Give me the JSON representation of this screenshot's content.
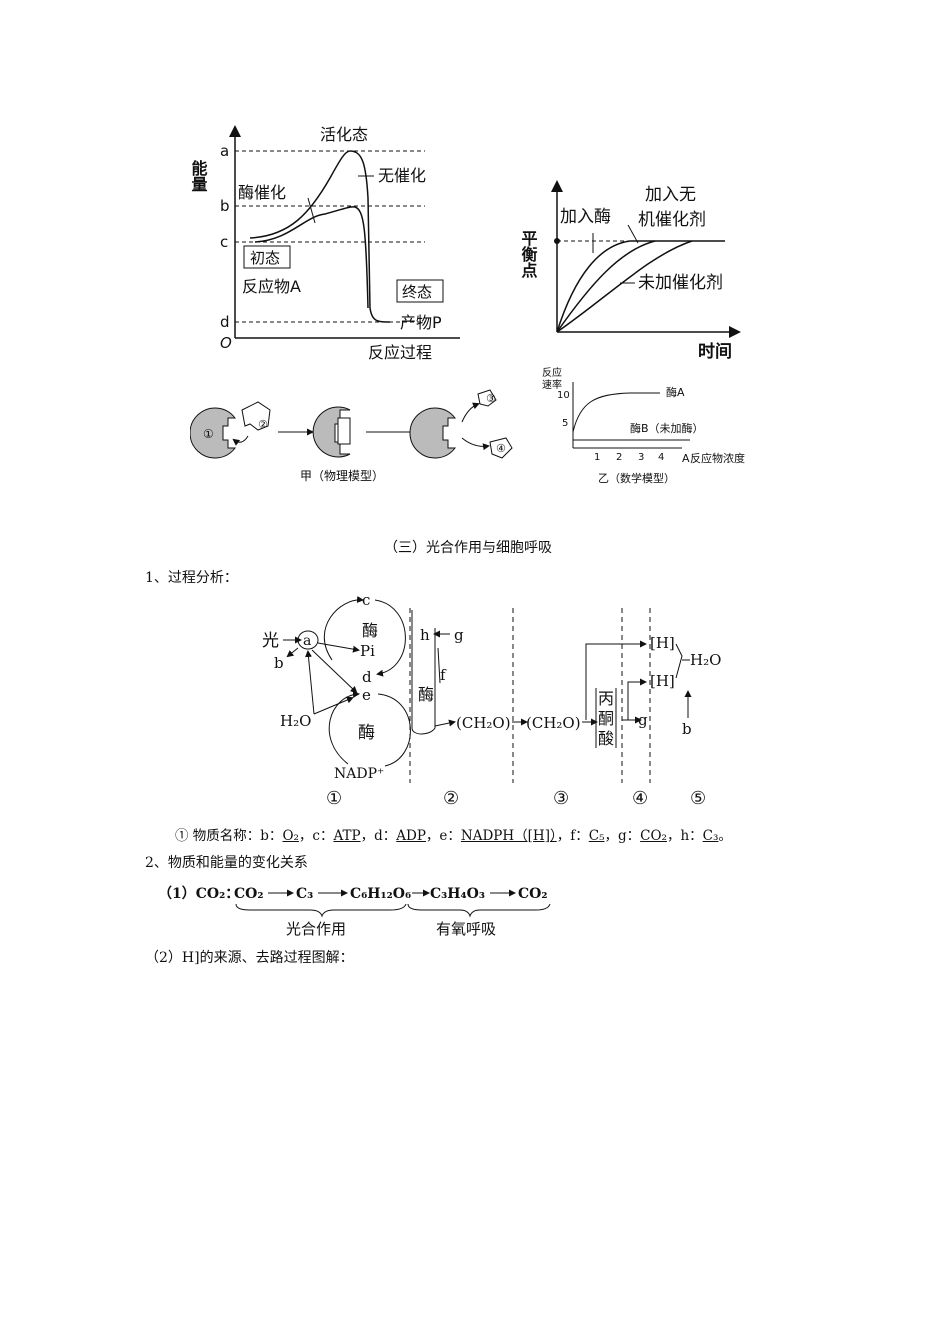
{
  "energy_chart": {
    "y_axis_label": "能量",
    "levels": [
      "a",
      "b",
      "c",
      "d"
    ],
    "origin": "O",
    "x_axis_label": "反应过程",
    "peak_label": "活化态",
    "uncatalyzed_label": "无催化",
    "enzyme_label": "酶催化",
    "initial_state": "初态",
    "reactant": "反应物A",
    "final_state": "终态",
    "product": "产物P"
  },
  "equilibrium_chart": {
    "y_axis_label": "平衡点",
    "x_axis_label": "时间",
    "enzyme_curve": "加入酶",
    "inorganic_curve_line1": "加入无",
    "inorganic_curve_line2": "机催化剂",
    "no_catalyst_curve": "未加催化剂"
  },
  "physical_model": {
    "caption": "甲（物理模型）",
    "marks": [
      "①",
      "②",
      "③",
      "④"
    ]
  },
  "math_model": {
    "y_axis_label": "反应速率",
    "x_axis_label": "反应物浓度",
    "x_axis_letter": "A",
    "caption": "乙（数学模型）",
    "curve_a": "酶A",
    "curve_b": "酶B（未加酶）",
    "y_ticks": [
      "10",
      "5"
    ],
    "x_ticks": [
      "1",
      "2",
      "3",
      "4"
    ]
  },
  "section_title": "（三）光合作用与细胞呼吸",
  "item1_heading": "1、过程分析：",
  "process_diagram": {
    "light": "光",
    "a": "a",
    "b": "b",
    "c": "c",
    "d": "d",
    "e": "e",
    "f": "f",
    "g": "g",
    "h": "h",
    "enzyme": "酶",
    "pi": "Pi",
    "water": "H₂O",
    "nadp": "NADP⁺",
    "ch2o_1": "(CH₂O)",
    "ch2o_2": "(CH₂O)",
    "pyruvate": "丙酮酸",
    "h_bracket": "[H]",
    "h2o_out": "H₂O",
    "stages": [
      "①",
      "②",
      "③",
      "④",
      "⑤"
    ]
  },
  "materials_line": {
    "prefix": "① 物质名称：b：",
    "b": "O₂",
    "sep_c": "，c：",
    "c": "ATP",
    "sep_d": "，d：",
    "d": "ADP",
    "sep_e": "，e：",
    "e": "NADPH（[H]）",
    "sep_f": "，f：",
    "f": "C₅",
    "sep_g": "，g：",
    "g": "CO₂",
    "sep_h": "，h：",
    "h": "C₃",
    "end": "。"
  },
  "item2_heading": "2、物质和能量的变化关系",
  "formula": {
    "label": "（1）CO₂：",
    "s1": "CO₂",
    "s2": "C₃",
    "s3": "C₆H₁₂O₆",
    "s4": "C₃H₄O₃",
    "s5": "CO₂",
    "brace1": "光合作用",
    "brace2": "有氧呼吸"
  },
  "item3_heading": "（2）H]的来源、去路过程图解："
}
